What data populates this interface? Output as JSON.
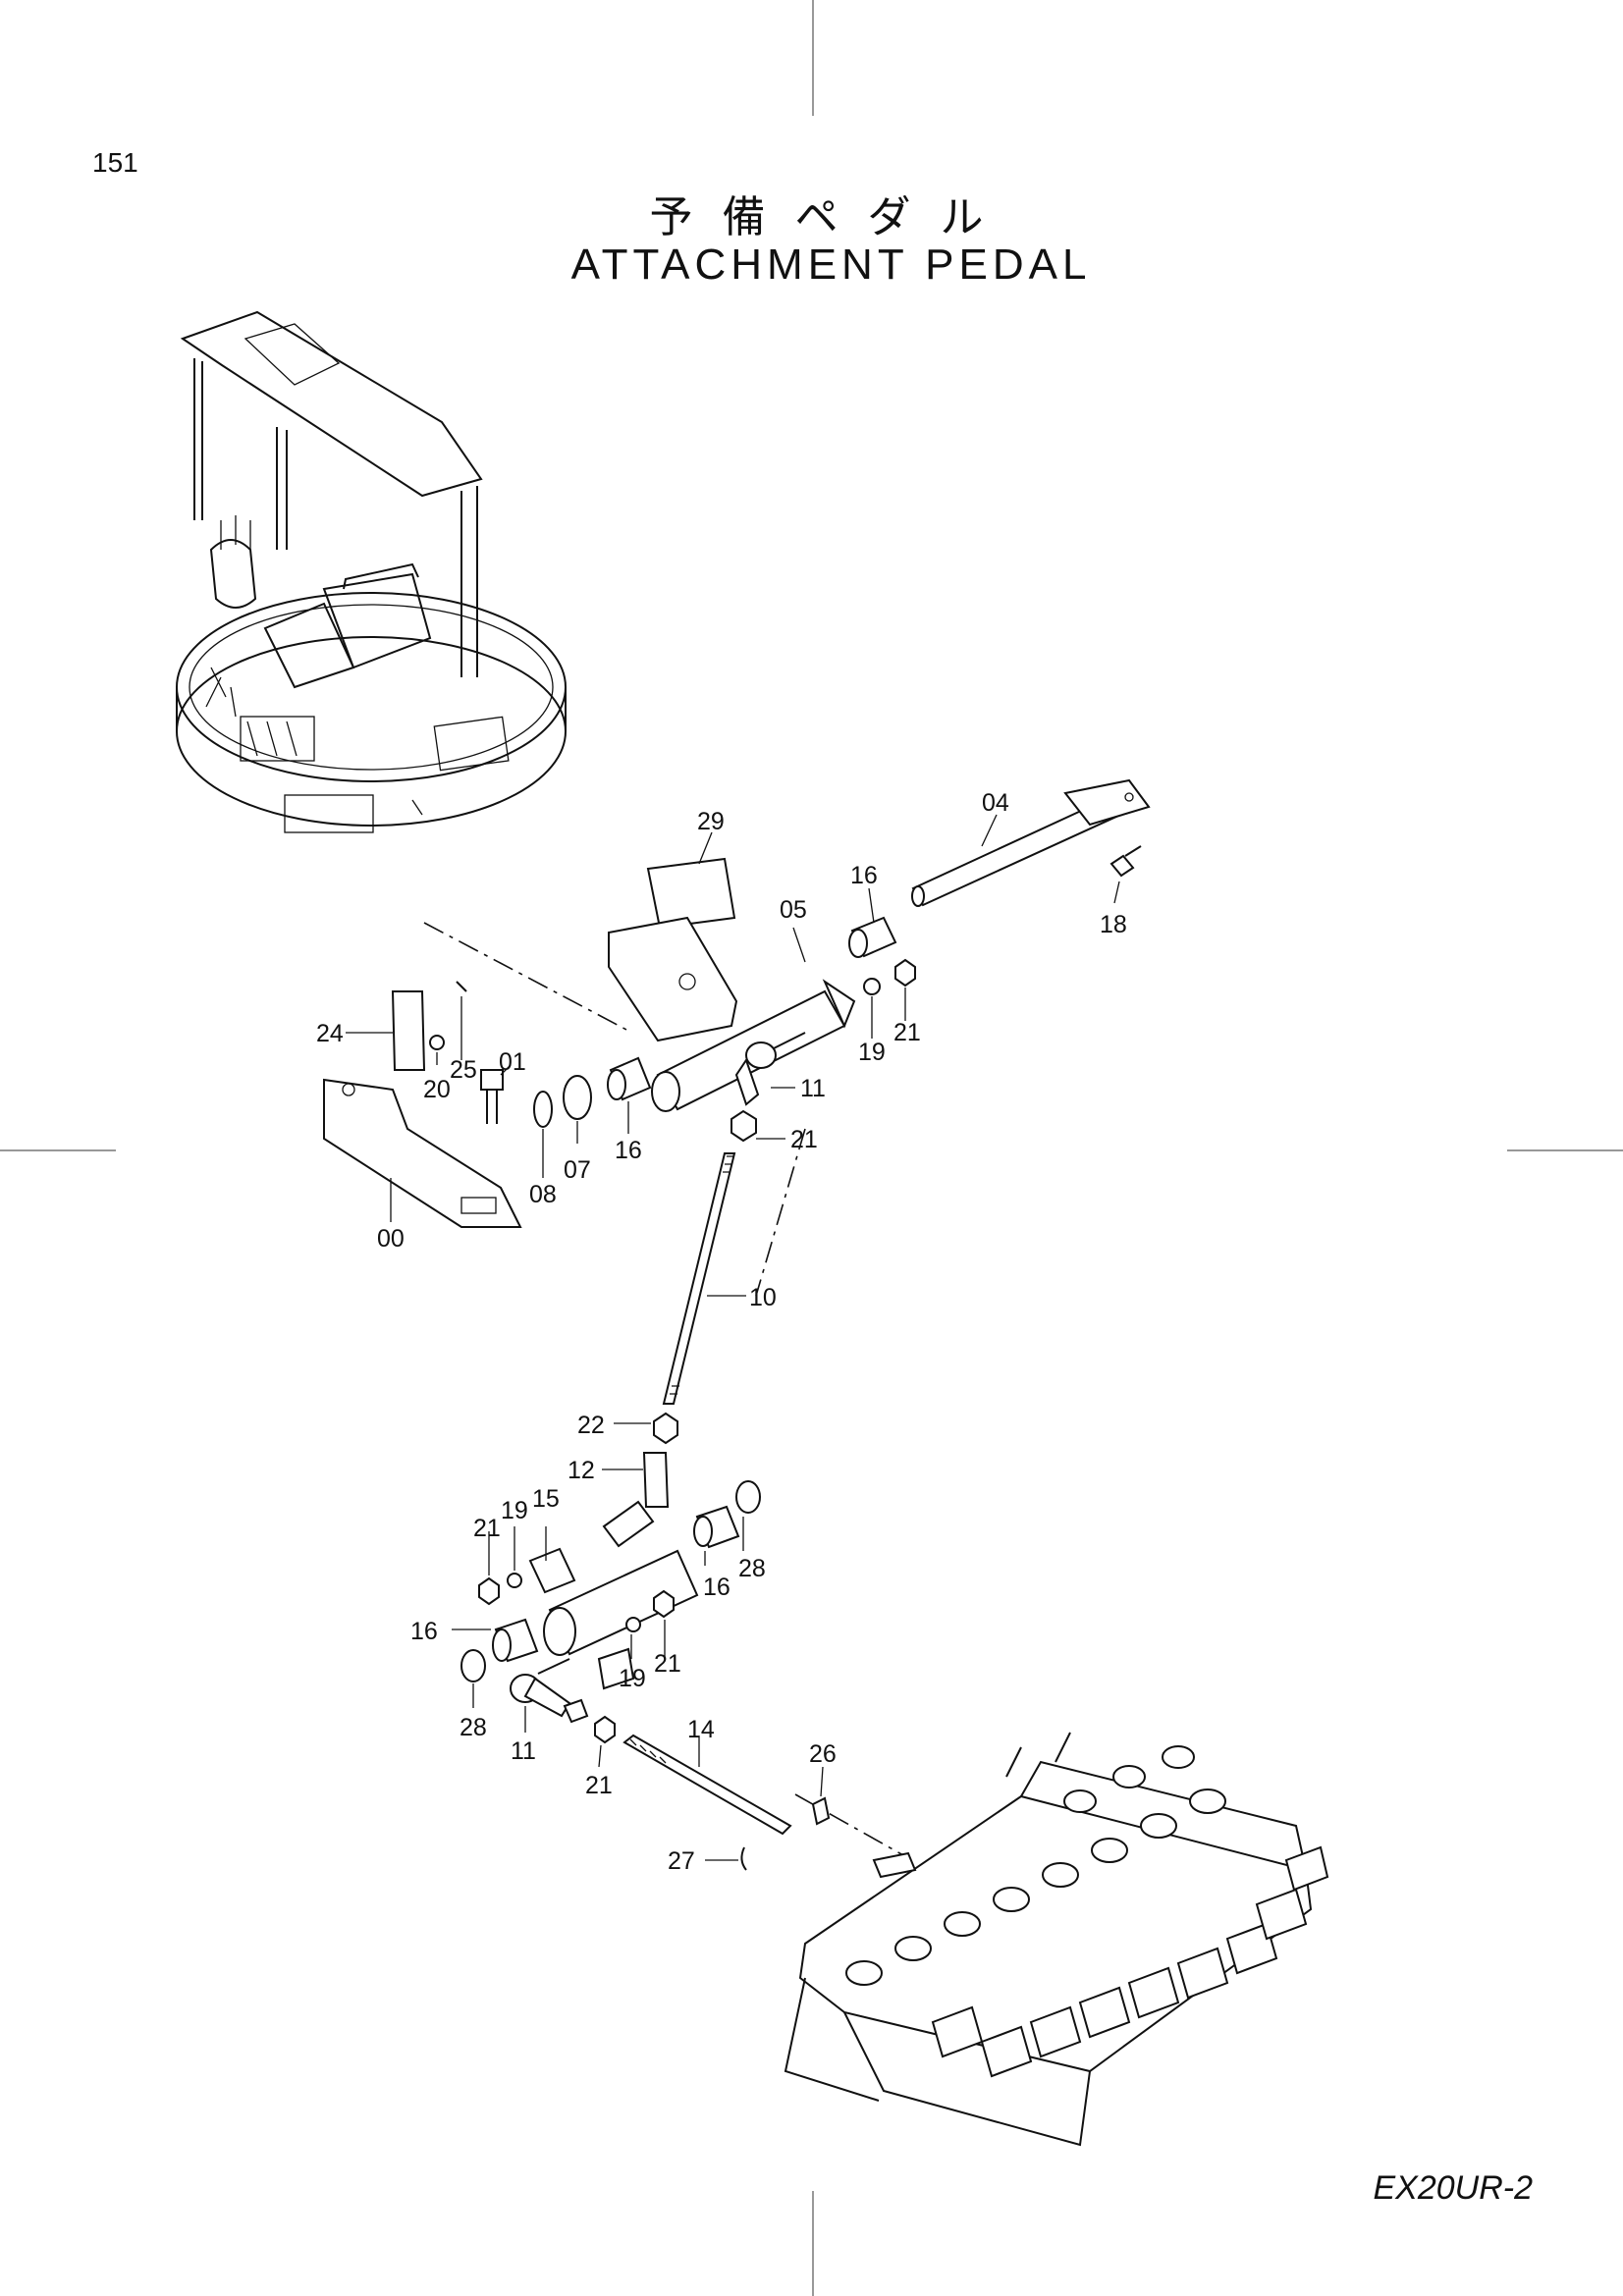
{
  "page_number": "151",
  "title_jp": "予備ペダル",
  "title_en": "ATTACHMENT PEDAL",
  "model_code": "EX20UR-2",
  "part_labels": [
    "00",
    "01",
    "04",
    "05",
    "07",
    "08",
    "10",
    "11",
    "12",
    "14",
    "15",
    "16",
    "18",
    "19",
    "20",
    "21",
    "22",
    "24",
    "25",
    "26",
    "27",
    "28",
    "29"
  ]
}
